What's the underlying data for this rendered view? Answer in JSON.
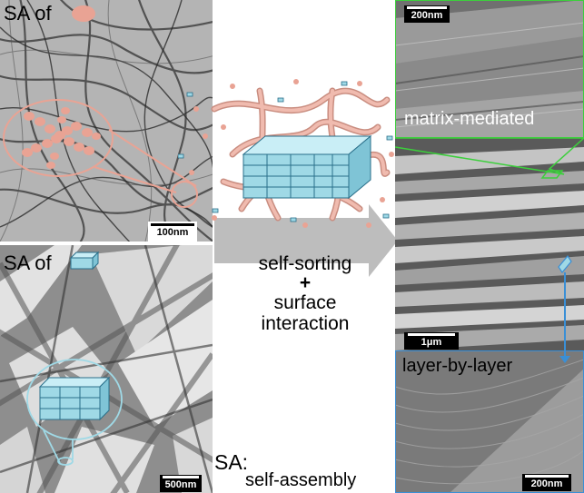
{
  "panels": {
    "top_left": {
      "prefix": "SA of",
      "scale": "100nm"
    },
    "bottom_left": {
      "prefix": "SA of",
      "scale": "500nm"
    },
    "top_right": {
      "scale": "200nm",
      "label": "matrix-mediated"
    },
    "middle_right": {
      "scale": "1μm"
    },
    "bottom_right": {
      "scale": "200nm",
      "label": "layer-by-layer"
    }
  },
  "center": {
    "line1": "self-sorting",
    "line2": "+",
    "line3": "surface",
    "line4": "interaction"
  },
  "footnote": {
    "abbr": "SA:",
    "meaning": "self-assembly"
  },
  "colors": {
    "fiber": "#e9a394",
    "crystal": "#9fd9e6",
    "arrow": "#bdbdbd",
    "green_frame": "#3ccf3c",
    "blue_frame": "#3a8fd6"
  }
}
